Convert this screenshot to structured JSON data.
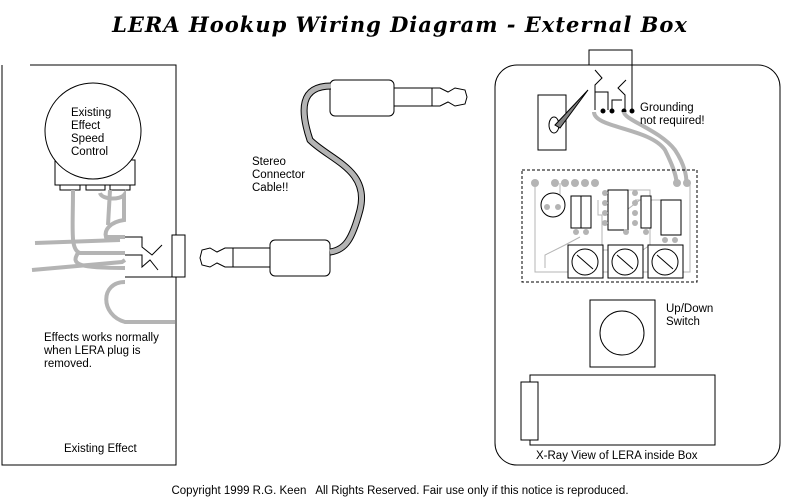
{
  "title": "LERA Hookup Wiring Diagram - External Box",
  "labels": {
    "pot": "Existing\nEffect\nSpeed\nControl",
    "cable": "Stereo\nConnector\nCable!!",
    "effects_note": "Effects works normally\nwhen LERA plug is\nremoved.",
    "existing_effect": "Existing Effect",
    "grounding": "Grounding\nnot required!",
    "switch": "Up/Down\nSwitch",
    "xray": "X-Ray View of LERA inside Box"
  },
  "copyright": "Copyright 1999 R.G. Keen   All Rights Reserved. Fair use only if this notice is reproduced.",
  "colors": {
    "wire": "#b4b4b4",
    "line": "#000000",
    "lever": "#808080"
  }
}
